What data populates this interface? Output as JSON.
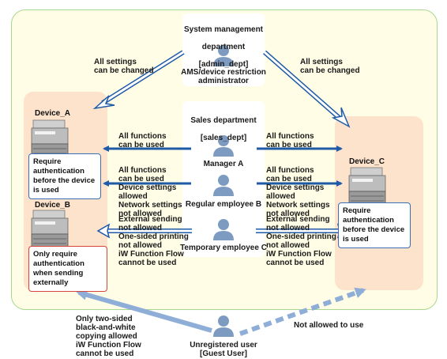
{
  "admin": {
    "dept_line1": "System management",
    "dept_line2": "department",
    "dept_line3": "[admin_dept]",
    "role": "AMS/device restriction\nadministrator"
  },
  "sales": {
    "dept_line1": "Sales department",
    "dept_line2": "[sales_dept]"
  },
  "users": {
    "manager": "Manager A",
    "regular": "Regular employee B",
    "temporary": "Temporary employee C",
    "guest": "Unregistered user\n[Guest User]"
  },
  "devices": {
    "a": "Device_A",
    "b": "Device_B",
    "c": "Device_C"
  },
  "notes": {
    "a_auth": "Require authentication\nbefore the device is used",
    "b_auth": "Only require authentication\nwhen sending externally",
    "c_auth": "Require authentication\nbefore the device is used"
  },
  "labels": {
    "admin_left": "All settings\ncan be changed",
    "admin_right": "All settings\ncan be changed",
    "manager_left": "All functions\ncan be used",
    "manager_right": "All functions\ncan be used",
    "regular_left": "All functions\ncan be used\nDevice settings\nallowed\nNetwork settings\nnot allowed",
    "regular_right": "All functions\ncan be used\nDevice settings\nallowed\nNetwork settings\nnot allowed",
    "temp_left": "External sending\nnot allowed\nOne-sided printing\nnot allowed\niW Function Flow\ncannot be used",
    "temp_right": "External sending\nnot allowed\nOne-sided printing\nnot allowed\niW Function Flow\ncannot be used",
    "guest_left": "Only two-sided\nblack-and-white\ncopying allowed\niW Function Flow\ncannot be used",
    "guest_right": "Not allowed to use"
  },
  "colors": {
    "arrow_blue": "#1f5aa6",
    "arrow_light": "#8eaed8",
    "zone_orange": "#fde3cc",
    "panel_yellow": "#fffde6",
    "panel_border": "#a8d88f",
    "person": "#7d9bc1",
    "note_blue": "#3a6fb7",
    "note_red": "#d6453b"
  },
  "icons": {
    "person": "person-icon",
    "printer": "multifunction-printer-icon"
  }
}
